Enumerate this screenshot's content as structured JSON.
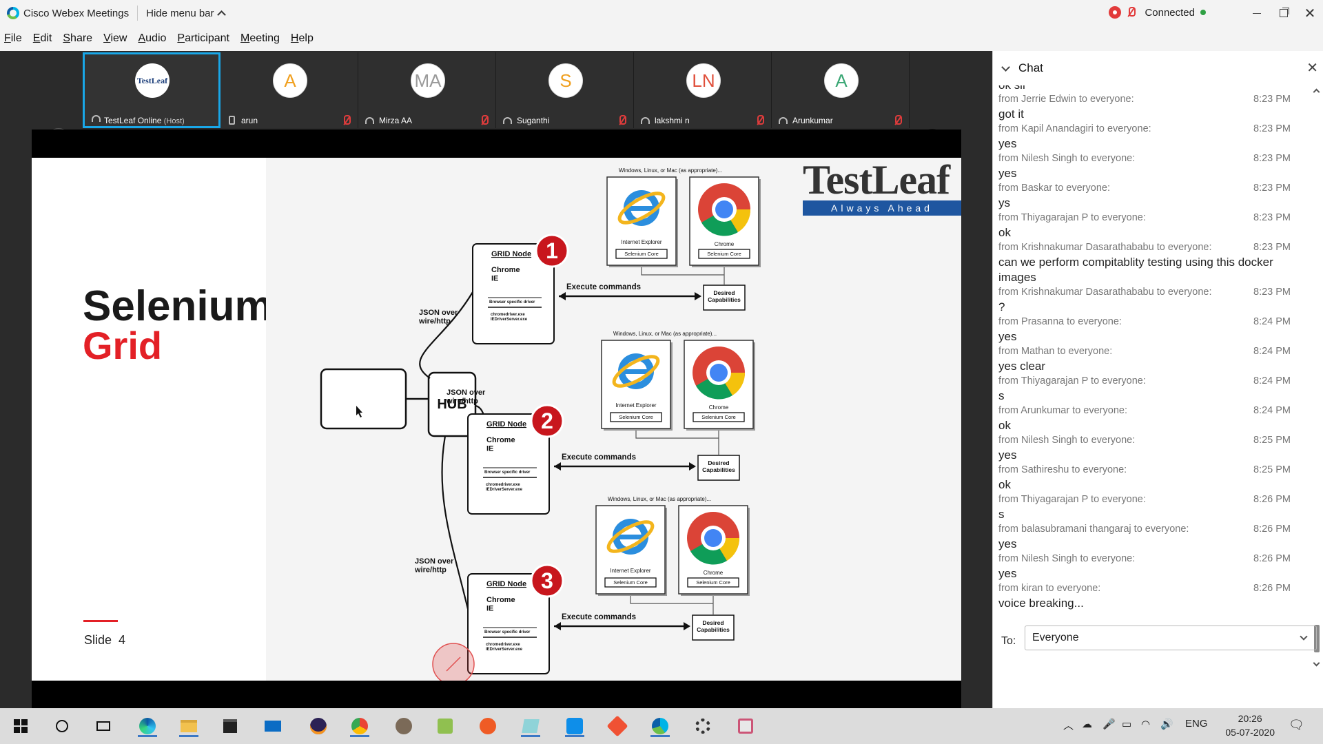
{
  "app": {
    "title": "Cisco Webex Meetings",
    "hide_menu_label": "Hide menu bar",
    "connection_status": "Connected"
  },
  "menu": [
    "File",
    "Edit",
    "Share",
    "View",
    "Audio",
    "Participant",
    "Meeting",
    "Help"
  ],
  "participants": [
    {
      "name": "TestLeaf Online",
      "role": "(Host)",
      "initials": "",
      "initials_color": "#1b3e7a",
      "device": "headset",
      "muted": false
    },
    {
      "name": "arun",
      "role": "",
      "initials": "A",
      "initials_color": "#f0a020",
      "device": "phone",
      "muted": true
    },
    {
      "name": "Mirza AA",
      "role": "",
      "initials": "MA",
      "initials_color": "#9a9a9a",
      "device": "headset",
      "muted": true
    },
    {
      "name": "Suganthi",
      "role": "",
      "initials": "S",
      "initials_color": "#f0a020",
      "device": "headset",
      "muted": true
    },
    {
      "name": "lakshmi n",
      "role": "",
      "initials": "LN",
      "initials_color": "#e0503c",
      "device": "headset",
      "muted": true
    },
    {
      "name": "Arunkumar",
      "role": "",
      "initials": "A",
      "initials_color": "#3aa775",
      "device": "headset",
      "muted": true
    }
  ],
  "slide": {
    "title_line1": "Selenium",
    "title_line2": "Grid",
    "slide_label": "Slide",
    "slide_number": "4",
    "logo_word": "TestLeaf",
    "logo_tagline": "Always Ahead",
    "diagram": {
      "hub_label": "HUB",
      "json_label": "JSON over\nwire/http",
      "os_label": "Windows, Linux, or Mac (as appropriate)...",
      "node_title": "GRID Node",
      "node_browsers": "Chrome\nIE",
      "node_driver_title": "Browser specific driver",
      "node_drivers": "chromedriver.exe\nIEDriverServer.exe",
      "execute_label": "Execute commands",
      "desired_label": "Desired\nCapabilities",
      "ie_label": "Internet Explorer",
      "chrome_label": "Chrome",
      "core_label": "Selenium Core",
      "node_numbers": [
        "1",
        "2",
        "3"
      ]
    }
  },
  "chat": {
    "title": "Chat",
    "to_label": "To:",
    "to_value": "Everyone",
    "truncated_top": "ok sir",
    "messages": [
      {
        "from": "from Jerrie Edwin to everyone:",
        "time": "8:23 PM",
        "text": "got it"
      },
      {
        "from": "from Kapil Anandagiri to everyone:",
        "time": "8:23 PM",
        "text": "yes"
      },
      {
        "from": "from Nilesh Singh to everyone:",
        "time": "8:23 PM",
        "text": "yes"
      },
      {
        "from": "from Baskar to everyone:",
        "time": "8:23 PM",
        "text": "ys"
      },
      {
        "from": "from Thiyagarajan P to everyone:",
        "time": "8:23 PM",
        "text": "ok"
      },
      {
        "from": "from Krishnakumar Dasarathababu to everyone:",
        "time": "8:23 PM",
        "text": "can we perform compitablity testing using this docker images"
      },
      {
        "from": "from Krishnakumar Dasarathababu to everyone:",
        "time": "8:23 PM",
        "text": "?"
      },
      {
        "from": "from Prasanna to everyone:",
        "time": "8:24 PM",
        "text": "yes"
      },
      {
        "from": "from Mathan to everyone:",
        "time": "8:24 PM",
        "text": "yes clear"
      },
      {
        "from": "from Thiyagarajan P to everyone:",
        "time": "8:24 PM",
        "text": "s"
      },
      {
        "from": "from Arunkumar to everyone:",
        "time": "8:24 PM",
        "text": "ok"
      },
      {
        "from": "from Nilesh Singh to everyone:",
        "time": "8:25 PM",
        "text": "yes"
      },
      {
        "from": "from Sathireshu to everyone:",
        "time": "8:25 PM",
        "text": "ok"
      },
      {
        "from": "from Thiyagarajan P to everyone:",
        "time": "8:26 PM",
        "text": "s"
      },
      {
        "from": "from balasubramani thangaraj to everyone:",
        "time": "8:26 PM",
        "text": "yes"
      },
      {
        "from": "from Nilesh Singh to everyone:",
        "time": "8:26 PM",
        "text": "yes"
      },
      {
        "from": "from kiran to everyone:",
        "time": "8:26 PM",
        "text": "voice breaking..."
      }
    ]
  },
  "taskbar": {
    "apps": [
      "start-icon",
      "search-icon",
      "task-view-icon",
      "edge-icon",
      "file-explorer-icon",
      "store-icon",
      "mail-icon",
      "eclipse-icon",
      "chrome-icon",
      "gimp-icon",
      "notepadpp-icon",
      "postman-icon",
      "app-icon",
      "teamviewer-icon",
      "git-icon",
      "webex-icon",
      "settings-icon",
      "paint-icon"
    ],
    "language": "ENG",
    "time": "20:26",
    "date": "05-07-2020"
  },
  "colors": {
    "accent": "#19a7e8",
    "slide_red": "#e32026",
    "brand_blue": "#1e56a0"
  }
}
